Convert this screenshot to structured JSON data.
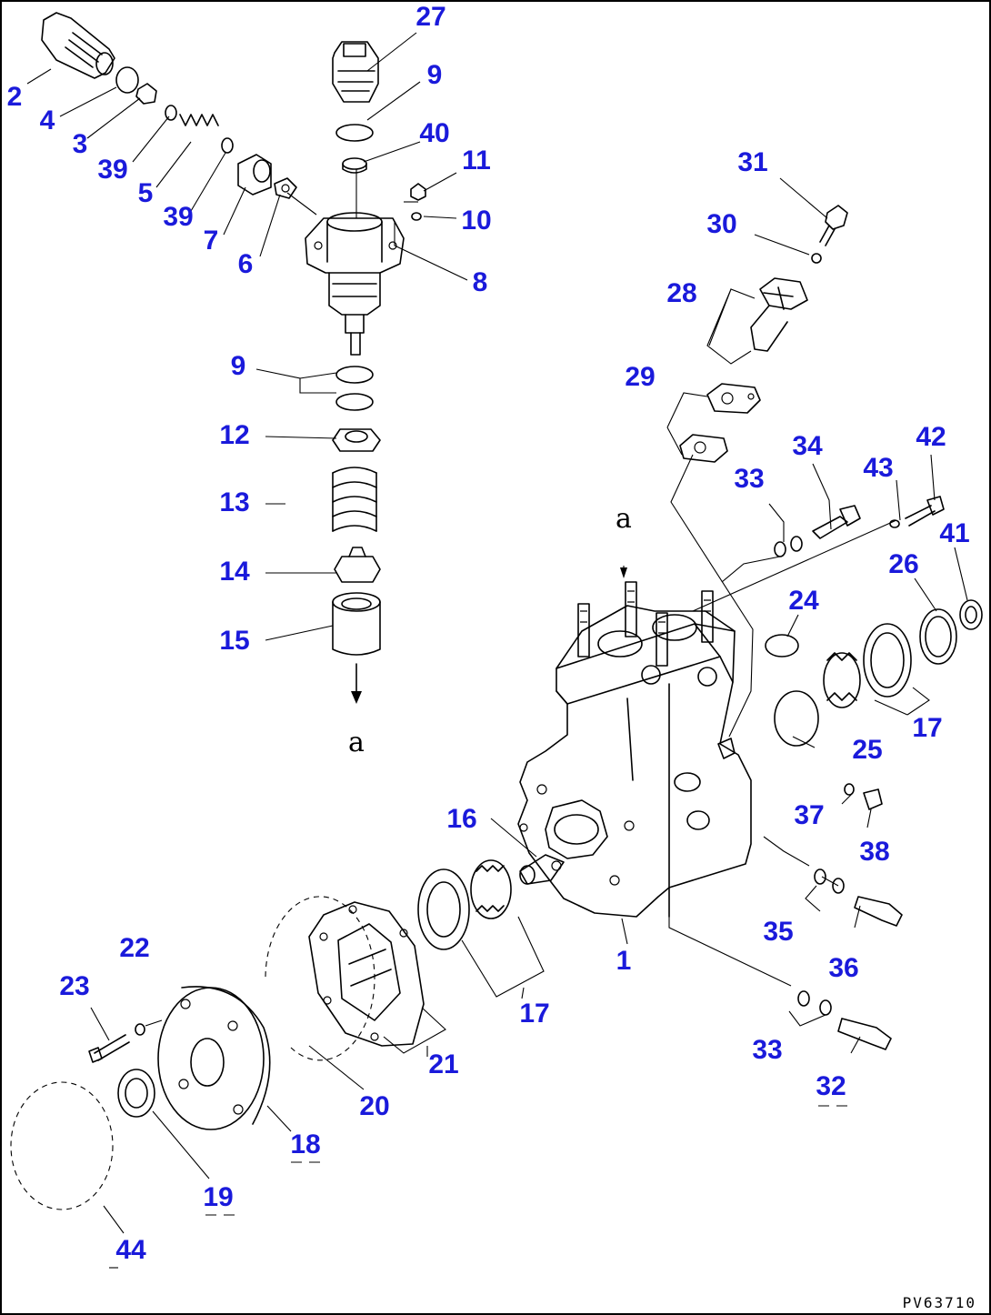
{
  "callouts": {
    "c27": "27",
    "c9a": "9",
    "c40": "40",
    "c11": "11",
    "c10": "10",
    "c8": "8",
    "c2": "2",
    "c4": "4",
    "c3": "3",
    "c39a": "39",
    "c5": "5",
    "c39b": "39",
    "c7": "7",
    "c6": "6",
    "c9b": "9",
    "c12": "12",
    "c13": "13",
    "c14": "14",
    "c15": "15",
    "c31": "31",
    "c30": "30",
    "c28": "28",
    "c29": "29",
    "c34": "34",
    "c33a": "33",
    "c43": "43",
    "c42": "42",
    "c41": "41",
    "c26": "26",
    "c24": "24",
    "c25": "25",
    "c17a": "17",
    "c37": "37",
    "c38": "38",
    "c16": "16",
    "c1": "1",
    "c35": "35",
    "c36": "36",
    "c33b": "33",
    "c32": "32",
    "c22": "22",
    "c23": "23",
    "c17b": "17",
    "c21": "21",
    "c20": "20",
    "c18": "18",
    "c19": "19",
    "c44": "44"
  },
  "view_marks": {
    "upper": "a",
    "lower": "a"
  },
  "drawing_code": "PV63710",
  "colors": {
    "callout": "#1a1adb",
    "line": "#000000",
    "background": "#ffffff"
  }
}
